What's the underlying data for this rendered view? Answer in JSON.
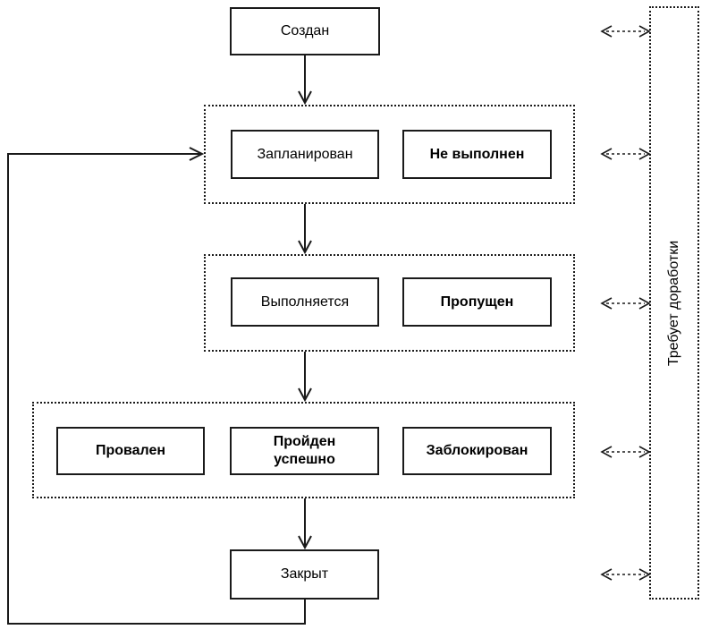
{
  "colors": {
    "background": "#ffffff",
    "line": "#1a1a1a",
    "text": "#000000"
  },
  "nodes": {
    "created": {
      "label": "Создан"
    },
    "planned": {
      "label": "Запланирован"
    },
    "not_executed": {
      "label": "Не выполнен"
    },
    "executing": {
      "label": "Выполняется"
    },
    "skipped": {
      "label": "Пропущен"
    },
    "failed": {
      "label": "Провален"
    },
    "passed": {
      "label": "Пройден успешно"
    },
    "blocked": {
      "label": "Заблокирован"
    },
    "closed": {
      "label": "Закрыт"
    }
  },
  "groups": {
    "planned_group": {
      "members": [
        "planned",
        "not_executed"
      ]
    },
    "executing_group": {
      "members": [
        "executing",
        "skipped"
      ]
    },
    "result_group": {
      "members": [
        "failed",
        "passed",
        "blocked"
      ]
    }
  },
  "side_panel": {
    "label": "Требует доработки"
  },
  "edges": [
    {
      "from": "created",
      "to": "planned_group",
      "type": "solid-arrow"
    },
    {
      "from": "planned_group",
      "to": "executing_group",
      "type": "solid-arrow"
    },
    {
      "from": "executing_group",
      "to": "result_group",
      "type": "solid-arrow"
    },
    {
      "from": "result_group",
      "to": "closed",
      "type": "solid-arrow"
    },
    {
      "from": "closed",
      "to": "planned_group",
      "type": "solid-arrow-loop"
    },
    {
      "from": "created-row",
      "to": "rework-panel",
      "type": "dashed-double-arrow"
    },
    {
      "from": "planned-row",
      "to": "rework-panel",
      "type": "dashed-double-arrow"
    },
    {
      "from": "executing-row",
      "to": "rework-panel",
      "type": "dashed-double-arrow"
    },
    {
      "from": "result-row",
      "to": "rework-panel",
      "type": "dashed-double-arrow"
    },
    {
      "from": "closed-row",
      "to": "rework-panel",
      "type": "dashed-double-arrow"
    }
  ]
}
